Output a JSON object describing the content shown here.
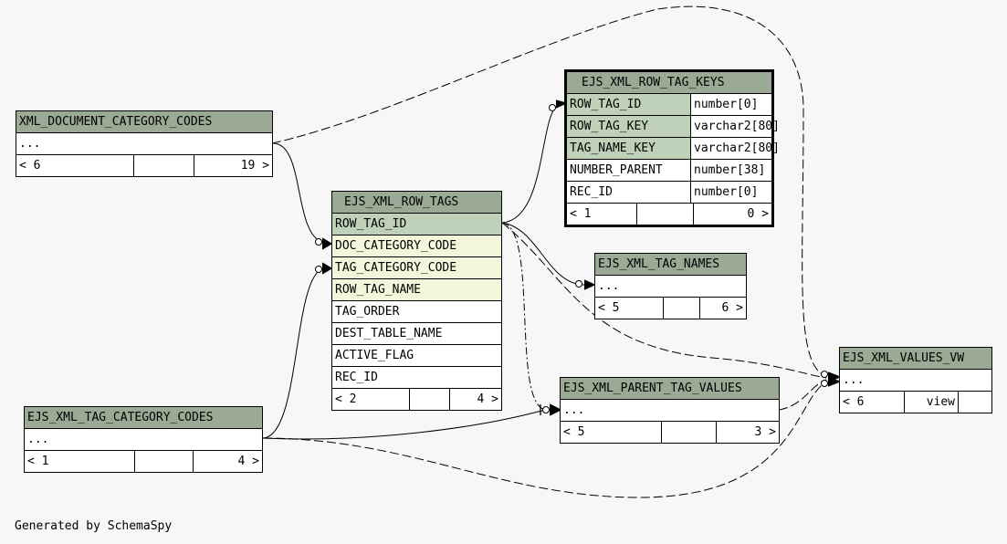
{
  "tables": {
    "xml_document_category_codes": {
      "title": "XML_DOCUMENT_CATEGORY_CODES",
      "body": "...",
      "left": "< 6",
      "right": "19 >"
    },
    "ejs_xml_row_tags": {
      "title": "EJS_XML_ROW_TAGS",
      "columns": [
        "ROW_TAG_ID",
        "DOC_CATEGORY_CODE",
        "TAG_CATEGORY_CODE",
        "ROW_TAG_NAME",
        "TAG_ORDER",
        "DEST_TABLE_NAME",
        "ACTIVE_FLAG",
        "REC_ID"
      ],
      "left": "< 2",
      "right": "4 >"
    },
    "ejs_xml_row_tag_keys": {
      "title": "EJS_XML_ROW_TAG_KEYS",
      "columns": [
        {
          "name": "ROW_TAG_ID",
          "type": "number[0]"
        },
        {
          "name": "ROW_TAG_KEY",
          "type": "varchar2[80]"
        },
        {
          "name": "TAG_NAME_KEY",
          "type": "varchar2[80]"
        },
        {
          "name": "NUMBER_PARENT",
          "type": "number[38]"
        },
        {
          "name": "REC_ID",
          "type": "number[0]"
        }
      ],
      "left": "< 1",
      "right": "0 >"
    },
    "ejs_xml_tag_names": {
      "title": "EJS_XML_TAG_NAMES",
      "body": "...",
      "left": "< 5",
      "right": "6 >"
    },
    "ejs_xml_tag_category_codes": {
      "title": "EJS_XML_TAG_CATEGORY_CODES",
      "body": "...",
      "left": "< 1",
      "right": "4 >"
    },
    "ejs_xml_parent_tag_values": {
      "title": "EJS_XML_PARENT_TAG_VALUES",
      "body": "...",
      "left": "< 5",
      "right": "3 >"
    },
    "ejs_xml_values_vw": {
      "title": "EJS_XML_VALUES_VW",
      "body": "...",
      "left": "< 6",
      "right": "view"
    }
  },
  "footer": "Generated by SchemaSpy"
}
